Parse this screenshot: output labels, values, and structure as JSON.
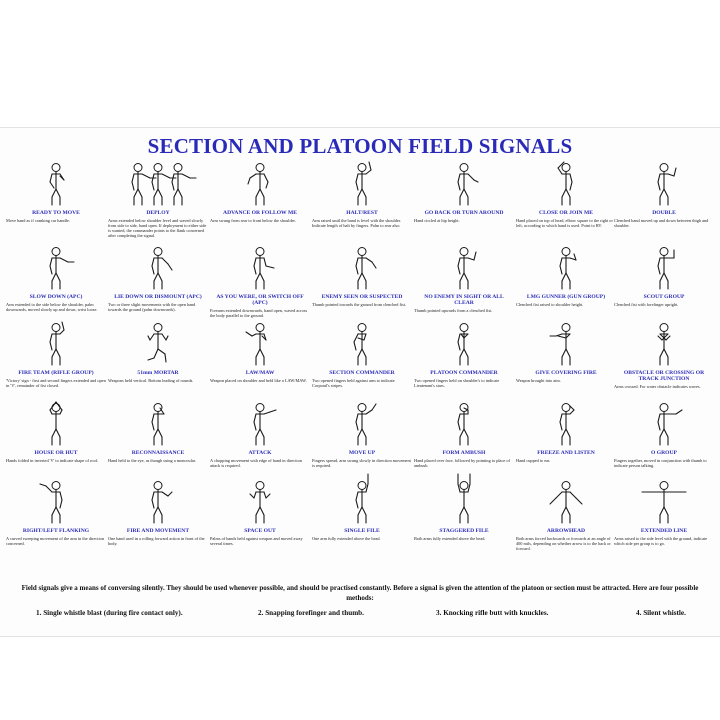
{
  "title": "SECTION AND PLATOON FIELD SIGNALS",
  "signals": [
    {
      "caption": "READY TO MOVE",
      "description": "Move hand as if cranking car handle.",
      "pose": "crank"
    },
    {
      "caption": "DEPLOY",
      "description": "Arms extended below shoulder level and waved slowly from side to side, hand open. If deployment to either side is wanted, the commander points to the flank concerned after completing the signal.",
      "pose": "group"
    },
    {
      "caption": "ADVANCE OR FOLLOW ME",
      "description": "Arm swung from rear to front below the shoulder.",
      "pose": "advance"
    },
    {
      "caption": "HALT/REST",
      "description": "Arm raised until the hand is level with the shoulder. Indicate length of halt by fingers. Palm to rear also.",
      "pose": "halt"
    },
    {
      "caption": "GO BACK OR TURN AROUND",
      "description": "Hand circled at hip height.",
      "pose": "circle"
    },
    {
      "caption": "CLOSE OR JOIN ME",
      "description": "Hand placed on top of head, elbow square to the right or left, according to which hand is used. Point to RV.",
      "pose": "head"
    },
    {
      "caption": "DOUBLE",
      "description": "Clenched hand moved up and down between thigh and shoulder.",
      "pose": "double"
    },
    {
      "caption": "SLOW DOWN (APC)",
      "description": "Arm extended to the side below the shoulder, palm downwards, moved slowly up and down, wrist loose.",
      "pose": "slow"
    },
    {
      "caption": "LIE DOWN OR DISMOUNT (APC)",
      "description": "Two or three slight movements with the open hand towards the ground (palm downwards).",
      "pose": "liedown"
    },
    {
      "caption": "AS YOU WERE, OR SWITCH OFF (APC)",
      "description": "Forearm extended downwards, hand open, waved across the body parallel to the ground.",
      "pose": "asyouwere"
    },
    {
      "caption": "ENEMY SEEN OR SUSPECTED",
      "description": "Thumb pointed towards the ground from clenched fist.",
      "pose": "enemy"
    },
    {
      "caption": "NO ENEMY IN SIGHT OR ALL CLEAR",
      "description": "Thumb pointed upwards from a clenched fist.",
      "pose": "clear"
    },
    {
      "caption": "LMG GUNNER (GUN GROUP)",
      "description": "Clenched fist raised to shoulder height.",
      "pose": "lmg"
    },
    {
      "caption": "SCOUT GROUP",
      "description": "Clenched fist with forefinger upright.",
      "pose": "scout"
    },
    {
      "caption": "FIRE TEAM (RIFLE GROUP)",
      "description": "'Victory' sign - first and second fingers extended and open in 'V', remainder of fist closed.",
      "pose": "victory"
    },
    {
      "caption": "51mm MORTAR",
      "description": "Weapons held vertical. Bottom leading of rounds.",
      "pose": "mortar"
    },
    {
      "caption": "LAW/MAW",
      "description": "Weapon placed on shoulder and held like a LAW/MAW.",
      "pose": "law"
    },
    {
      "caption": "SECTION COMMANDER",
      "description": "Two opened fingers held against arm to indicate Corporal's stripes.",
      "pose": "seccomd"
    },
    {
      "caption": "PLATOON COMMANDER",
      "description": "Two opened fingers held on shoulder's to indicate Lieutenant's stars.",
      "pose": "plcomd"
    },
    {
      "caption": "GIVE COVERING FIRE",
      "description": "Weapon brought into aim.",
      "pose": "aim"
    },
    {
      "caption": "OBSTACLE OR CROSSING OR TRACK JUNCTION",
      "description": "Arms crossed. For water obstacle indicates waves.",
      "pose": "obstacle"
    },
    {
      "caption": "HOUSE OR HUT",
      "description": "Hands folded in inverted 'V' to indicate shape of roof.",
      "pose": "house"
    },
    {
      "caption": "RECONNAISSANCE",
      "description": "Hand held to the eye, as though using a monocular.",
      "pose": "recce"
    },
    {
      "caption": "ATTACK",
      "description": "A chopping movement with edge of hand in direction attack is required.",
      "pose": "attack"
    },
    {
      "caption": "MOVE UP",
      "description": "Fingers spread, arm swung slowly in direction movement is required.",
      "pose": "moveup"
    },
    {
      "caption": "FORM AMBUSH",
      "description": "Hand placed over face, followed by pointing to place of ambush.",
      "pose": "ambush"
    },
    {
      "caption": "FREEZE AND LISTEN",
      "description": "Hand cupped to ear.",
      "pose": "listen"
    },
    {
      "caption": "O GROUP",
      "description": "Fingers together, moved in conjunction with thumb to indicate person talking.",
      "pose": "ogroup"
    },
    {
      "caption": "RIGHT/LEFT FLANKING",
      "description": "A curved sweeping movement of the arm in the direction concerned.",
      "pose": "flanking"
    },
    {
      "caption": "FIRE AND MOVEMENT",
      "description": "One hand used in a rolling forward action in front of the body.",
      "pose": "firemove"
    },
    {
      "caption": "SPACE OUT",
      "description": "Palms of hands held against weapon and moved away several times.",
      "pose": "spaceout"
    },
    {
      "caption": "SINGLE FILE",
      "description": "One arm fully extended above the head.",
      "pose": "single"
    },
    {
      "caption": "STAGGERED FILE",
      "description": "Both arms fully extended above the head.",
      "pose": "staggered"
    },
    {
      "caption": "ARROWHEAD",
      "description": "Both arms forced backwards or forwards at an angle of 400 mils, depending on whether arrow is to the back or forward.",
      "pose": "arrowhead"
    },
    {
      "caption": "EXTENDED LINE",
      "description": "Arms raised to the side level with the ground, indicate which side per group is to go.",
      "pose": "extended"
    }
  ],
  "intro": "Field signals give a means of conversing silently. They should be used whenever possible, and should be practised constantly. Before a signal is given the attention of the platoon or section must be attracted. Here are four possible methods:",
  "methods": [
    "1. Single whistle blast (during fire contact only).",
    "2. Snapping forefinger and thumb.",
    "3. Knocking rifle butt with knuckles.",
    "4. Silent whistle."
  ]
}
